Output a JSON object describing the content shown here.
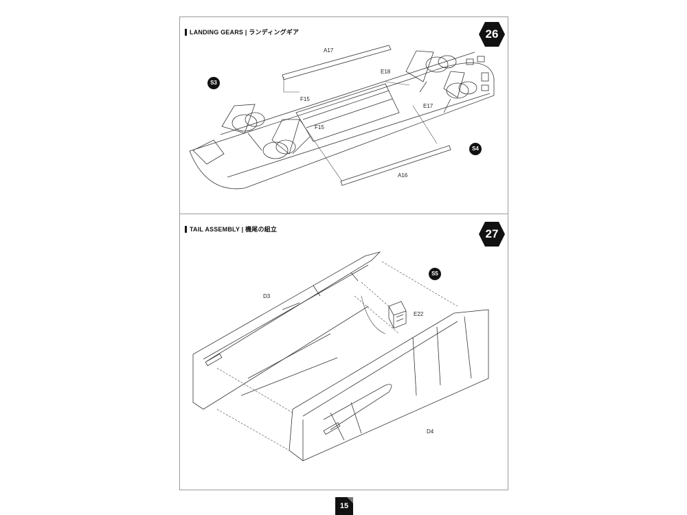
{
  "steps": [
    {
      "number": "26",
      "title": "LANDING GEARS | ランディングギア",
      "sub_badges": [
        "S3",
        "S4"
      ],
      "parts": [
        "A17",
        "E18",
        "F15",
        "E17",
        "F15",
        "A16"
      ]
    },
    {
      "number": "27",
      "title": "TAIL ASSEMBLY | 機尾の組立",
      "sub_badges": [
        "S5"
      ],
      "parts": [
        "D3",
        "E22",
        "D4"
      ]
    }
  ],
  "page_number": "15",
  "colors": {
    "badge": "#111111",
    "frame": "#9a9a9a",
    "line": "#333333"
  }
}
